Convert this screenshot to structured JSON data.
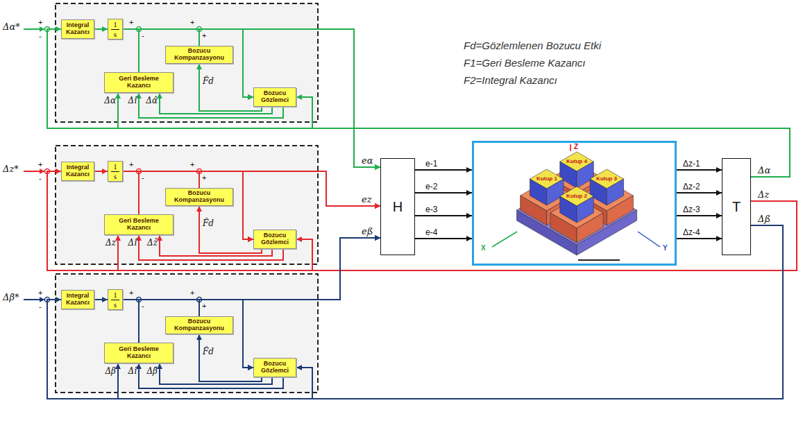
{
  "diagram": {
    "nodes": [
      {
        "text": [
          "Integral Kazancı"
        ]
      },
      {
        "text": [
          "1",
          "s"
        ]
      },
      {
        "text": [
          "Bozucu Kompanzasyonu"
        ]
      },
      {
        "text": [
          "Geri Besleme Kazancı"
        ]
      },
      {
        "text": [
          "Bozucu Gözlemci"
        ]
      },
      {
        "text": [
          "Integral Kazancı"
        ]
      },
      {
        "text": [
          "1",
          "s"
        ]
      },
      {
        "text": [
          "Bozucu Kompanzasyonu"
        ]
      },
      {
        "text": [
          "Geri Besleme Kazancı"
        ]
      },
      {
        "text": [
          "Bozucu Gözlemci"
        ]
      },
      {
        "text": [
          "Integral Kazancı"
        ]
      },
      {
        "text": [
          "1",
          "s"
        ]
      },
      {
        "text": [
          "Bozucu Kompanzasyonu"
        ]
      },
      {
        "text": [
          "Geri Besleme Kazancı"
        ]
      },
      {
        "text": [
          "Bozucu Gözlemci"
        ]
      },
      {
        "text": [
          "H"
        ]
      },
      {
        "text": [
          "Z",
          "Kutup 4",
          "Kutup 1",
          "Kutup 3",
          "Kutup 2",
          "X",
          "Y"
        ]
      },
      {
        "text": [
          "T"
        ]
      }
    ],
    "edges": [
      {
        "from": 0,
        "to": 1,
        "arrow": "to"
      },
      {
        "from": 1,
        "to": 15,
        "arrow": "to"
      },
      {
        "from": 3,
        "to": 15,
        "arrow": "to"
      },
      {
        "from": 2,
        "to": 15,
        "arrow": "to"
      },
      {
        "from": 1,
        "to": 4,
        "arrow": "to"
      },
      {
        "from": 3,
        "to": 4,
        "arrow": "to"
      },
      {
        "from": 2,
        "to": 4,
        "arrow": "to"
      },
      {
        "from": 4,
        "to": 2,
        "label": "F̂d",
        "arrow": "to"
      },
      {
        "from": 4,
        "to": 3,
        "label": "Δî",
        "arrow": "to"
      },
      {
        "from": 4,
        "to": 3,
        "label": "Δα̂",
        "arrow": "to"
      },
      {
        "from": 17,
        "to": 3,
        "label": "Δα",
        "arrow": "to"
      },
      {
        "from": 17,
        "to": 0,
        "arrow": "to"
      },
      {
        "from": 17,
        "to": 4,
        "arrow": "to"
      },
      {
        "from": 5,
        "to": 6,
        "arrow": "to"
      },
      {
        "from": 6,
        "to": 15,
        "arrow": "to"
      },
      {
        "from": 8,
        "to": 15,
        "arrow": "to"
      },
      {
        "from": 7,
        "to": 15,
        "arrow": "to"
      },
      {
        "from": 6,
        "to": 9,
        "arrow": "to"
      },
      {
        "from": 8,
        "to": 9,
        "arrow": "to"
      },
      {
        "from": 7,
        "to": 9,
        "arrow": "to"
      },
      {
        "from": 9,
        "to": 7,
        "label": "F̂d",
        "arrow": "to"
      },
      {
        "from": 9,
        "to": 8,
        "label": "Δî",
        "arrow": "to"
      },
      {
        "from": 9,
        "to": 8,
        "label": "Δẑ",
        "arrow": "to"
      },
      {
        "from": 17,
        "to": 8,
        "label": "Δz",
        "arrow": "to"
      },
      {
        "from": 17,
        "to": 5,
        "arrow": "to"
      },
      {
        "from": 17,
        "to": 9,
        "arrow": "to"
      },
      {
        "from": 10,
        "to": 11,
        "arrow": "to"
      },
      {
        "from": 11,
        "to": 15,
        "arrow": "to"
      },
      {
        "from": 13,
        "to": 15,
        "arrow": "to"
      },
      {
        "from": 12,
        "to": 15,
        "arrow": "to"
      },
      {
        "from": 11,
        "to": 14,
        "arrow": "to"
      },
      {
        "from": 13,
        "to": 14,
        "arrow": "to"
      },
      {
        "from": 12,
        "to": 14,
        "arrow": "to"
      },
      {
        "from": 14,
        "to": 12,
        "label": "F̂d",
        "arrow": "to"
      },
      {
        "from": 14,
        "to": 13,
        "label": "Δî",
        "arrow": "to"
      },
      {
        "from": 14,
        "to": 13,
        "label": "Δβ̂",
        "arrow": "to"
      },
      {
        "from": 17,
        "to": 13,
        "label": "Δβ",
        "arrow": "to"
      },
      {
        "from": 17,
        "to": 10,
        "arrow": "to"
      },
      {
        "from": 17,
        "to": 14,
        "arrow": "to"
      },
      {
        "from": 15,
        "to": 16,
        "label": "e-1",
        "arrow": "to"
      },
      {
        "from": 15,
        "to": 16,
        "label": "e-2",
        "arrow": "to"
      },
      {
        "from": 15,
        "to": 16,
        "label": "e-3",
        "arrow": "to"
      },
      {
        "from": 15,
        "to": 16,
        "label": "e-4",
        "arrow": "to"
      },
      {
        "from": 16,
        "to": 17,
        "label": "Δz-1",
        "arrow": "to"
      },
      {
        "from": 16,
        "to": 17,
        "label": "Δz-2",
        "arrow": "to"
      },
      {
        "from": 16,
        "to": 17,
        "label": "Δz-3",
        "arrow": "to"
      },
      {
        "from": 16,
        "to": 17,
        "label": "Δz-4",
        "arrow": "to"
      }
    ],
    "labels": [
      "Fd=Gözlemlenen Bozucu Etki",
      "F1=Geri Besleme Kazancı",
      "F2=Integral Kazancı",
      "Δα*",
      "+",
      "-",
      "+",
      "-",
      "+",
      "+",
      "eα",
      "Δz*",
      "+",
      "-",
      "+",
      "-",
      "+",
      "+",
      "ez",
      "Δβ*",
      "+",
      "-",
      "+",
      "-",
      "+",
      "+",
      "eß",
      "Δα",
      "Δz",
      "Δß"
    ]
  }
}
